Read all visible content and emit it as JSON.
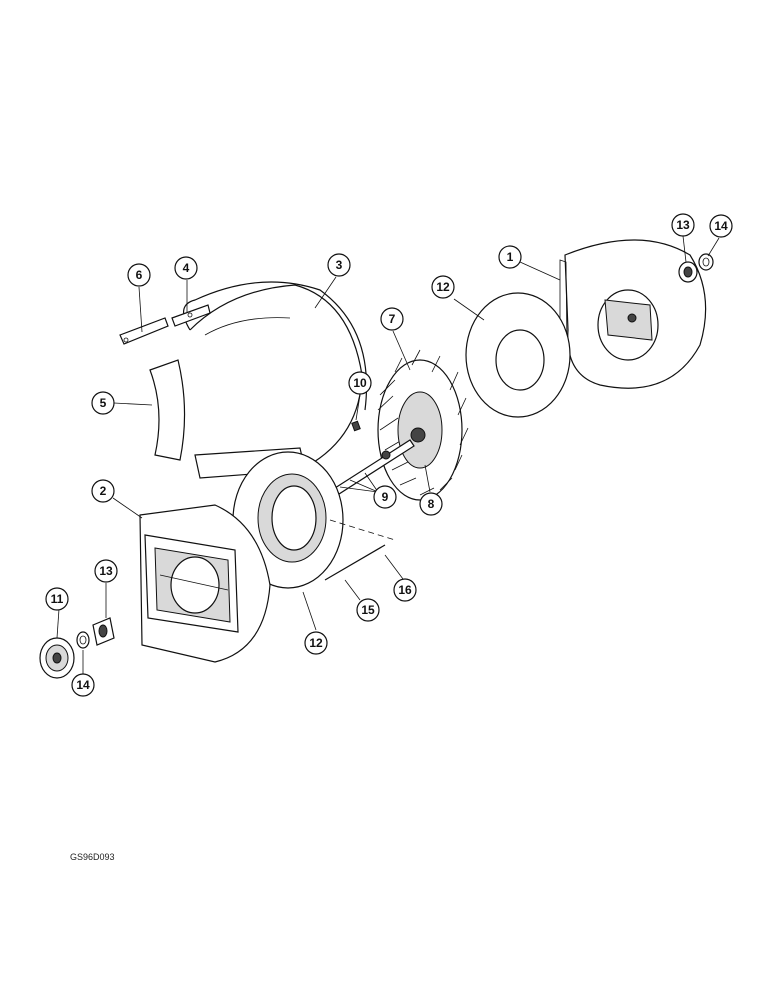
{
  "figure": {
    "reference_code": "GS96D093",
    "callouts": [
      {
        "label": "1"
      },
      {
        "label": "2"
      },
      {
        "label": "3"
      },
      {
        "label": "4"
      },
      {
        "label": "5"
      },
      {
        "label": "6"
      },
      {
        "label": "7"
      },
      {
        "label": "8"
      },
      {
        "label": "9"
      },
      {
        "label": "10"
      },
      {
        "label": "11"
      },
      {
        "label": "12"
      },
      {
        "label": "12"
      },
      {
        "label": "13"
      },
      {
        "label": "13"
      },
      {
        "label": "14"
      },
      {
        "label": "14"
      },
      {
        "label": "15"
      },
      {
        "label": "16"
      }
    ]
  }
}
